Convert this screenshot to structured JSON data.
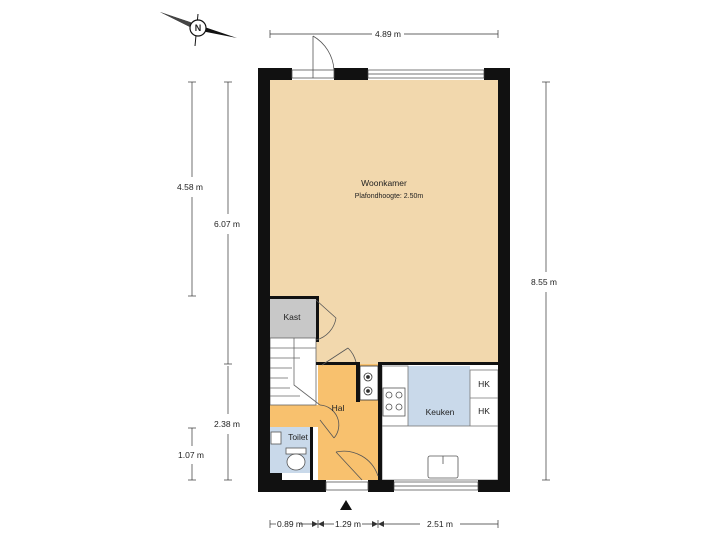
{
  "compass": {
    "label": "N",
    "icon": "compass-icon"
  },
  "dimensions": {
    "top_width": "4.89 m",
    "left_upper": "4.58 m",
    "left_full": "6.07 m",
    "left_lower": "2.38 m",
    "left_toilet": "1.07 m",
    "right_height": "8.55 m",
    "bottom_1": "0.89 m",
    "bottom_2": "1.29 m",
    "bottom_3": "2.51 m"
  },
  "rooms": {
    "living": {
      "name": "Woonkamer",
      "ceiling": "Plafondhoogte: 2.50m"
    },
    "closet": {
      "name": "Kast"
    },
    "hall": {
      "name": "Hal"
    },
    "toilet": {
      "name": "Toilet"
    },
    "kitchen": {
      "name": "Keuken"
    }
  },
  "kitchen_units": [
    "HK",
    "HK"
  ],
  "colors": {
    "living": "#f2d8ad",
    "closet": "#c8c8c8",
    "hall": "#f8c16e",
    "kitchen": "#c9d9ea",
    "toilet": "#c9d9ea",
    "wall": "#111111"
  }
}
